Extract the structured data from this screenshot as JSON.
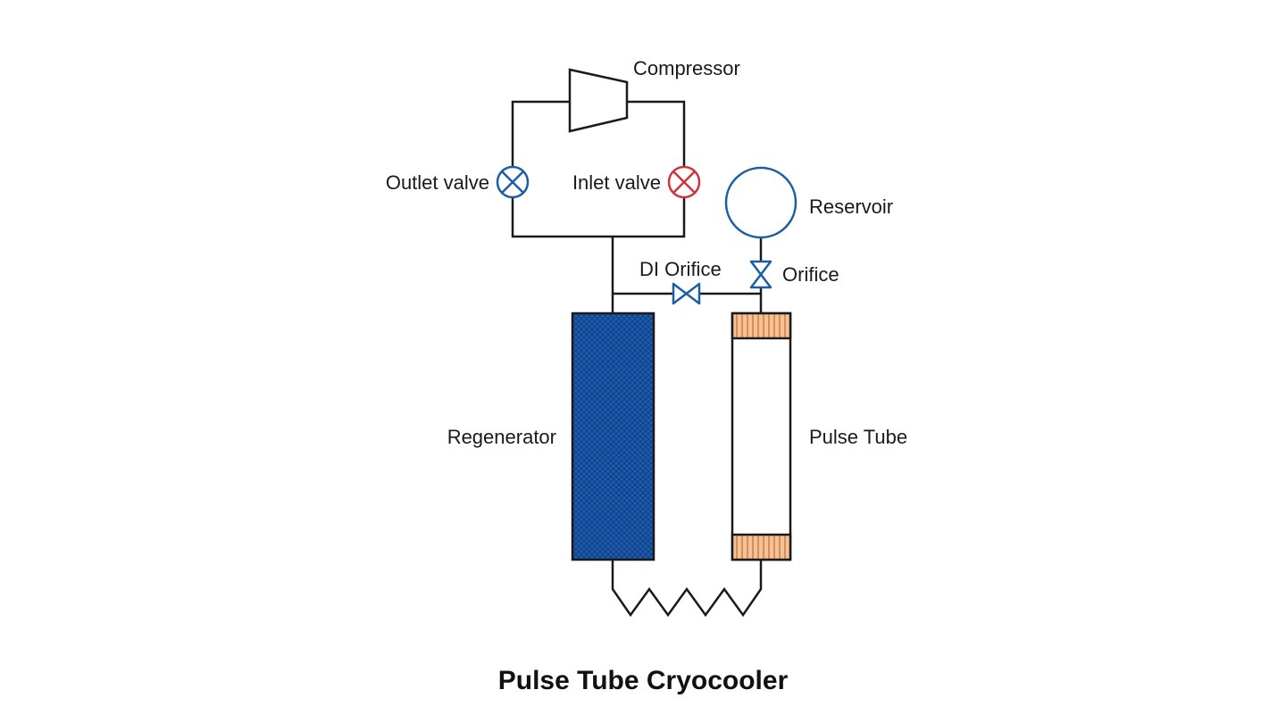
{
  "title": "Pulse Tube Cryocooler",
  "labels": {
    "compressor": "Compressor",
    "outlet_valve": "Outlet valve",
    "inlet_valve": "Inlet valve",
    "reservoir": "Reservoir",
    "di_orifice": "DI Orifice",
    "orifice": "Orifice",
    "regenerator": "Regenerator",
    "pulse_tube": "Pulse Tube"
  },
  "colors": {
    "line": "#1a1a1a",
    "blue_component": "#1a5ea6",
    "red_valve": "#d0333b",
    "regenerator_fill": "#1f5cb0",
    "heat_exchanger_fill": "#f3c395",
    "heat_exchanger_stripe": "#c2571b"
  }
}
